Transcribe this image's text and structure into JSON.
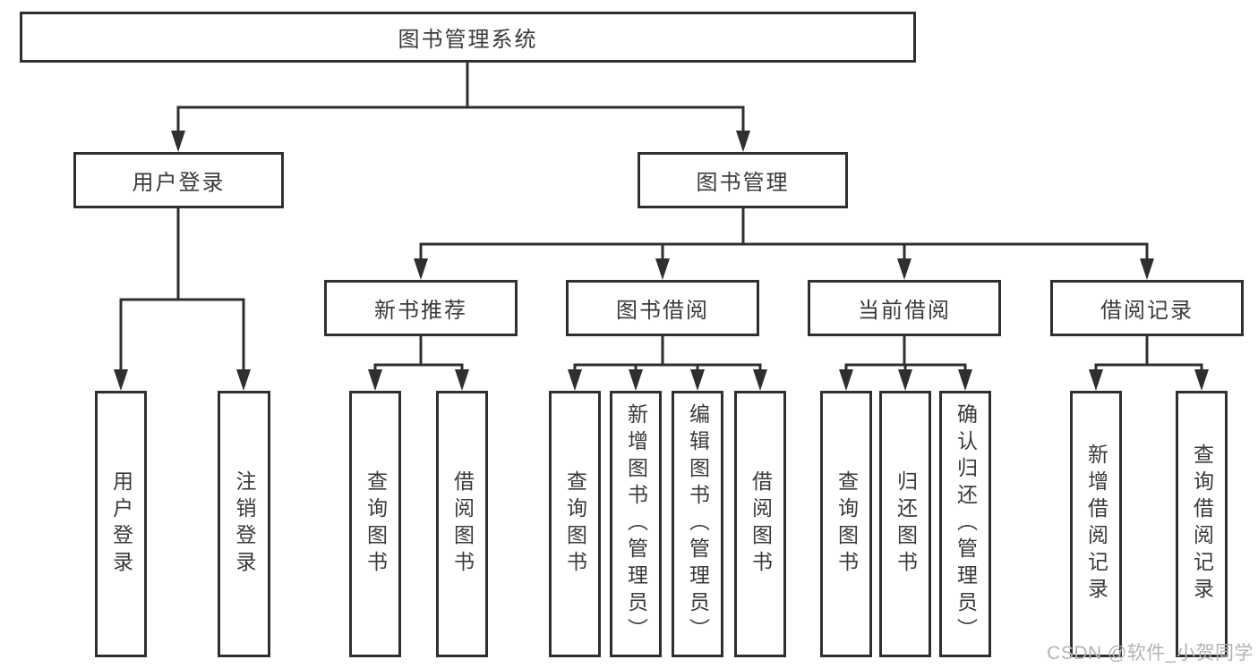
{
  "diagram": {
    "root": {
      "label": "图书管理系统"
    },
    "level2": [
      {
        "label": "用户登录"
      },
      {
        "label": "图书管理"
      }
    ],
    "level3": [
      {
        "label": "新书推荐"
      },
      {
        "label": "图书借阅"
      },
      {
        "label": "当前借阅"
      },
      {
        "label": "借阅记录"
      }
    ],
    "leaves": {
      "user_login": [
        "用户登录",
        "注销登录"
      ],
      "new_book_recommend": [
        "查询图书",
        "借阅图书"
      ],
      "book_borrowing": [
        "查询图书",
        "新增图书（管理员）",
        "编辑图书（管理员）",
        "借阅图书"
      ],
      "current_borrowing": [
        "查询图书",
        "归还图书",
        "确认归还（管理员）"
      ],
      "borrow_records": [
        "新增借阅记录",
        "查询借阅记录"
      ]
    }
  },
  "watermark": {
    "text": "CSDN @软件_小贺同学"
  },
  "colors": {
    "line": "#2f2f2f",
    "text": "#3a3a3a",
    "watermark": "#b3b3b3",
    "background": "#ffffff"
  }
}
